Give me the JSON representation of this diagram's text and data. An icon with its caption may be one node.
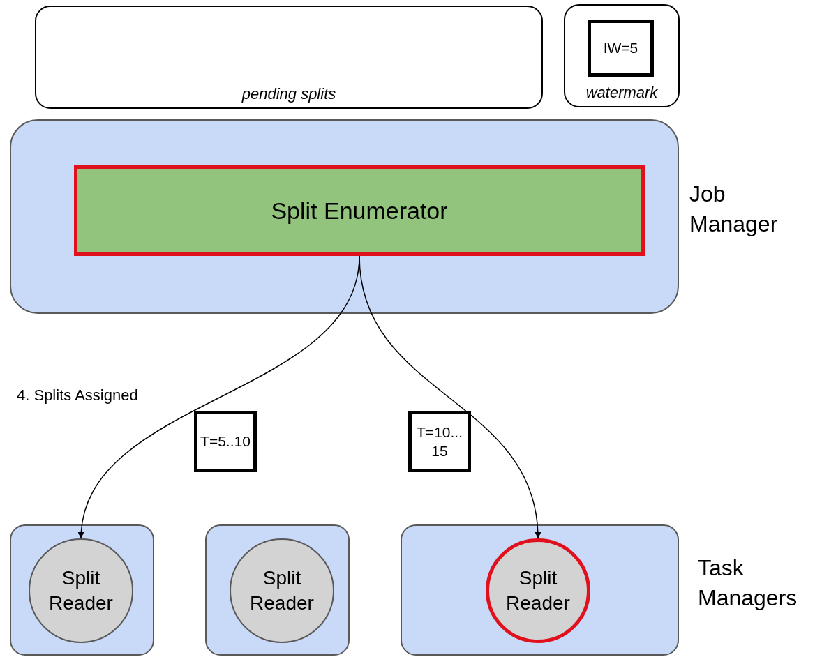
{
  "diagram": {
    "nodes": [
      {
        "text": [
          "pending splits"
        ]
      },
      {
        "text": [
          "watermark"
        ]
      },
      {
        "text": [
          "IW=5"
        ],
        "in": 1
      },
      {
        "text": [
          "Job Manager"
        ]
      },
      {
        "text": [
          "Split Enumerator"
        ],
        "in": 3
      },
      {
        "text": [],
        "shape": "box"
      },
      {
        "text": [
          "Split Reader"
        ],
        "in": 5
      },
      {
        "text": [],
        "shape": "box"
      },
      {
        "text": [
          "Split Reader"
        ],
        "in": 7
      },
      {
        "text": [],
        "shape": "box"
      },
      {
        "text": [
          "Split Reader"
        ],
        "in": 9
      },
      {
        "text": [
          "T=5..10"
        ]
      },
      {
        "text": [
          "T=10... 15"
        ]
      }
    ],
    "edges": [
      {
        "from": 4,
        "to": 6,
        "arrow": "to"
      },
      {
        "from": 4,
        "to": 10,
        "arrow": "to"
      }
    ],
    "labels": [
      "4. Splits Assigned",
      "Task Managers"
    ]
  }
}
